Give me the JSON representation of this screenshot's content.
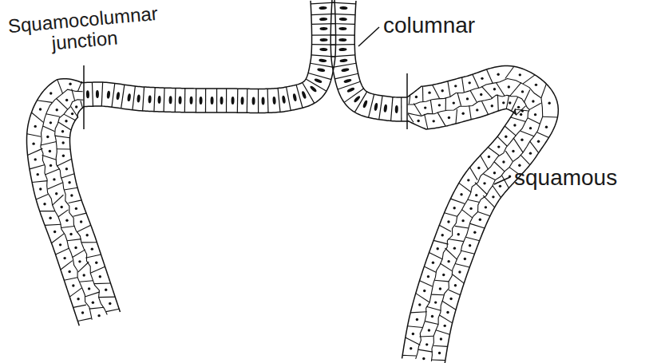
{
  "diagram": {
    "labels": [
      "Squamocolumnar junction",
      "columnar",
      "squamous"
    ]
  }
}
